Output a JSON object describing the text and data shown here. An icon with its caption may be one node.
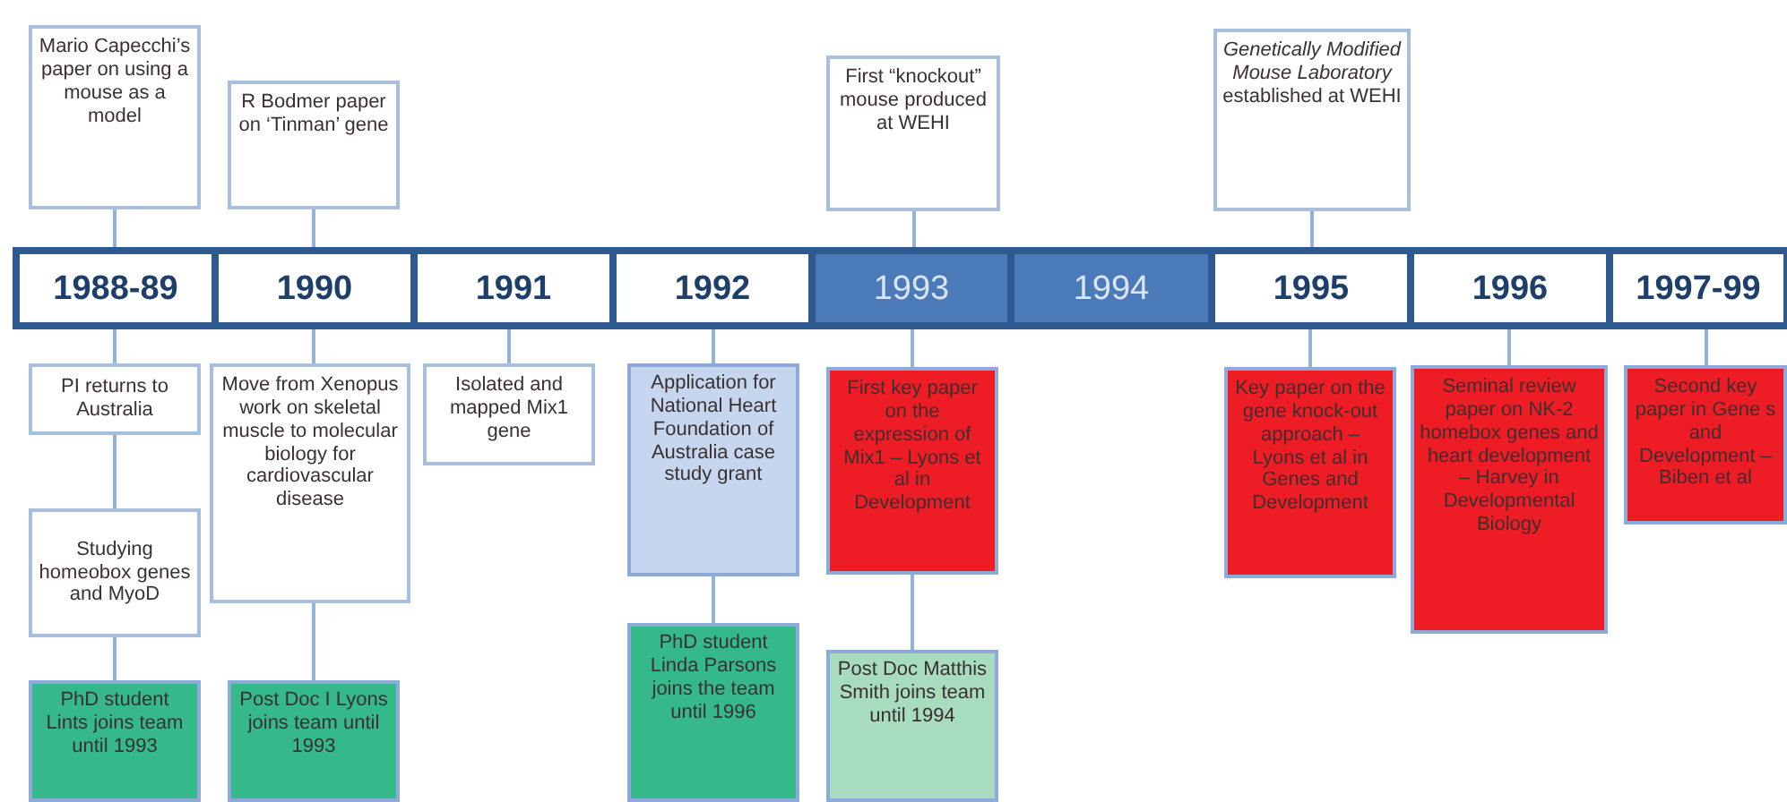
{
  "diagram": {
    "nodes": [
      {
        "text": [
          "1988-89"
        ]
      },
      {
        "text": [
          "1990"
        ]
      },
      {
        "text": [
          "1991"
        ]
      },
      {
        "text": [
          "1992"
        ]
      },
      {
        "text": [
          "1993"
        ]
      },
      {
        "text": [
          "1994"
        ]
      },
      {
        "text": [
          "1995"
        ]
      },
      {
        "text": [
          "1996"
        ]
      },
      {
        "text": [
          "1997-99"
        ]
      },
      {
        "text": [
          "Mario Capecchi’s paper on using a mouse as a model"
        ]
      },
      {
        "text": [
          "R Bodmer paper on ‘Tinman’ gene"
        ]
      },
      {
        "text": [
          "First “knockout” mouse produced at WEHI"
        ]
      },
      {
        "text": [
          "*Genetically Modified Mouse Laboratory* established at WEHI"
        ]
      },
      {
        "text": [
          "PI returns to Australia"
        ]
      },
      {
        "text": [
          "Studying homeobox genes and MyoD"
        ]
      },
      {
        "text": [
          "PhD student Lints joins team until 1993"
        ]
      },
      {
        "text": [
          "Move from Xenopus work on skeletal muscle to molecular biology for cardiovascular disease"
        ]
      },
      {
        "text": [
          "Post Doc I Lyons joins team until 1993"
        ]
      },
      {
        "text": [
          "Isolated and mapped Mix1 gene"
        ]
      },
      {
        "text": [
          "Application for National Heart Foundation of Australia case study grant"
        ]
      },
      {
        "text": [
          "PhD student Linda Parsons joins the team until 1996"
        ]
      },
      {
        "text": [
          "First key paper on the expression of Mix1 – Lyons et al in Development"
        ]
      },
      {
        "text": [
          "Post Doc Matthis Smith joins team until 1994"
        ]
      },
      {
        "text": [
          "Key paper on the gene knock-out approach – Lyons et al in Genes and Development"
        ]
      },
      {
        "text": [
          "Seminal review paper on NK-2 homebox genes and heart development – Harvey in Developmental Biology"
        ]
      },
      {
        "text": [
          "Second key paper in Gene s and Development – Biben et al"
        ]
      }
    ],
    "edges": [
      {
        "from": 9,
        "to": 0,
        "arrow": "none"
      },
      {
        "from": 10,
        "to": 1,
        "arrow": "none"
      },
      {
        "from": 11,
        "to": 4,
        "arrow": "none"
      },
      {
        "from": 12,
        "to": 6,
        "arrow": "none"
      },
      {
        "from": 0,
        "to": 13,
        "arrow": "none"
      },
      {
        "from": 13,
        "to": 14,
        "arrow": "none"
      },
      {
        "from": 14,
        "to": 15,
        "arrow": "none"
      },
      {
        "from": 1,
        "to": 16,
        "arrow": "none"
      },
      {
        "from": 16,
        "to": 17,
        "arrow": "none"
      },
      {
        "from": 2,
        "to": 18,
        "arrow": "none"
      },
      {
        "from": 3,
        "to": 19,
        "arrow": "none"
      },
      {
        "from": 19,
        "to": 20,
        "arrow": "none"
      },
      {
        "from": 4,
        "to": 21,
        "arrow": "none"
      },
      {
        "from": 21,
        "to": 22,
        "arrow": "none"
      },
      {
        "from": 6,
        "to": 23,
        "arrow": "none"
      },
      {
        "from": 7,
        "to": 24,
        "arrow": "none"
      },
      {
        "from": 8,
        "to": 25,
        "arrow": "none"
      }
    ]
  }
}
